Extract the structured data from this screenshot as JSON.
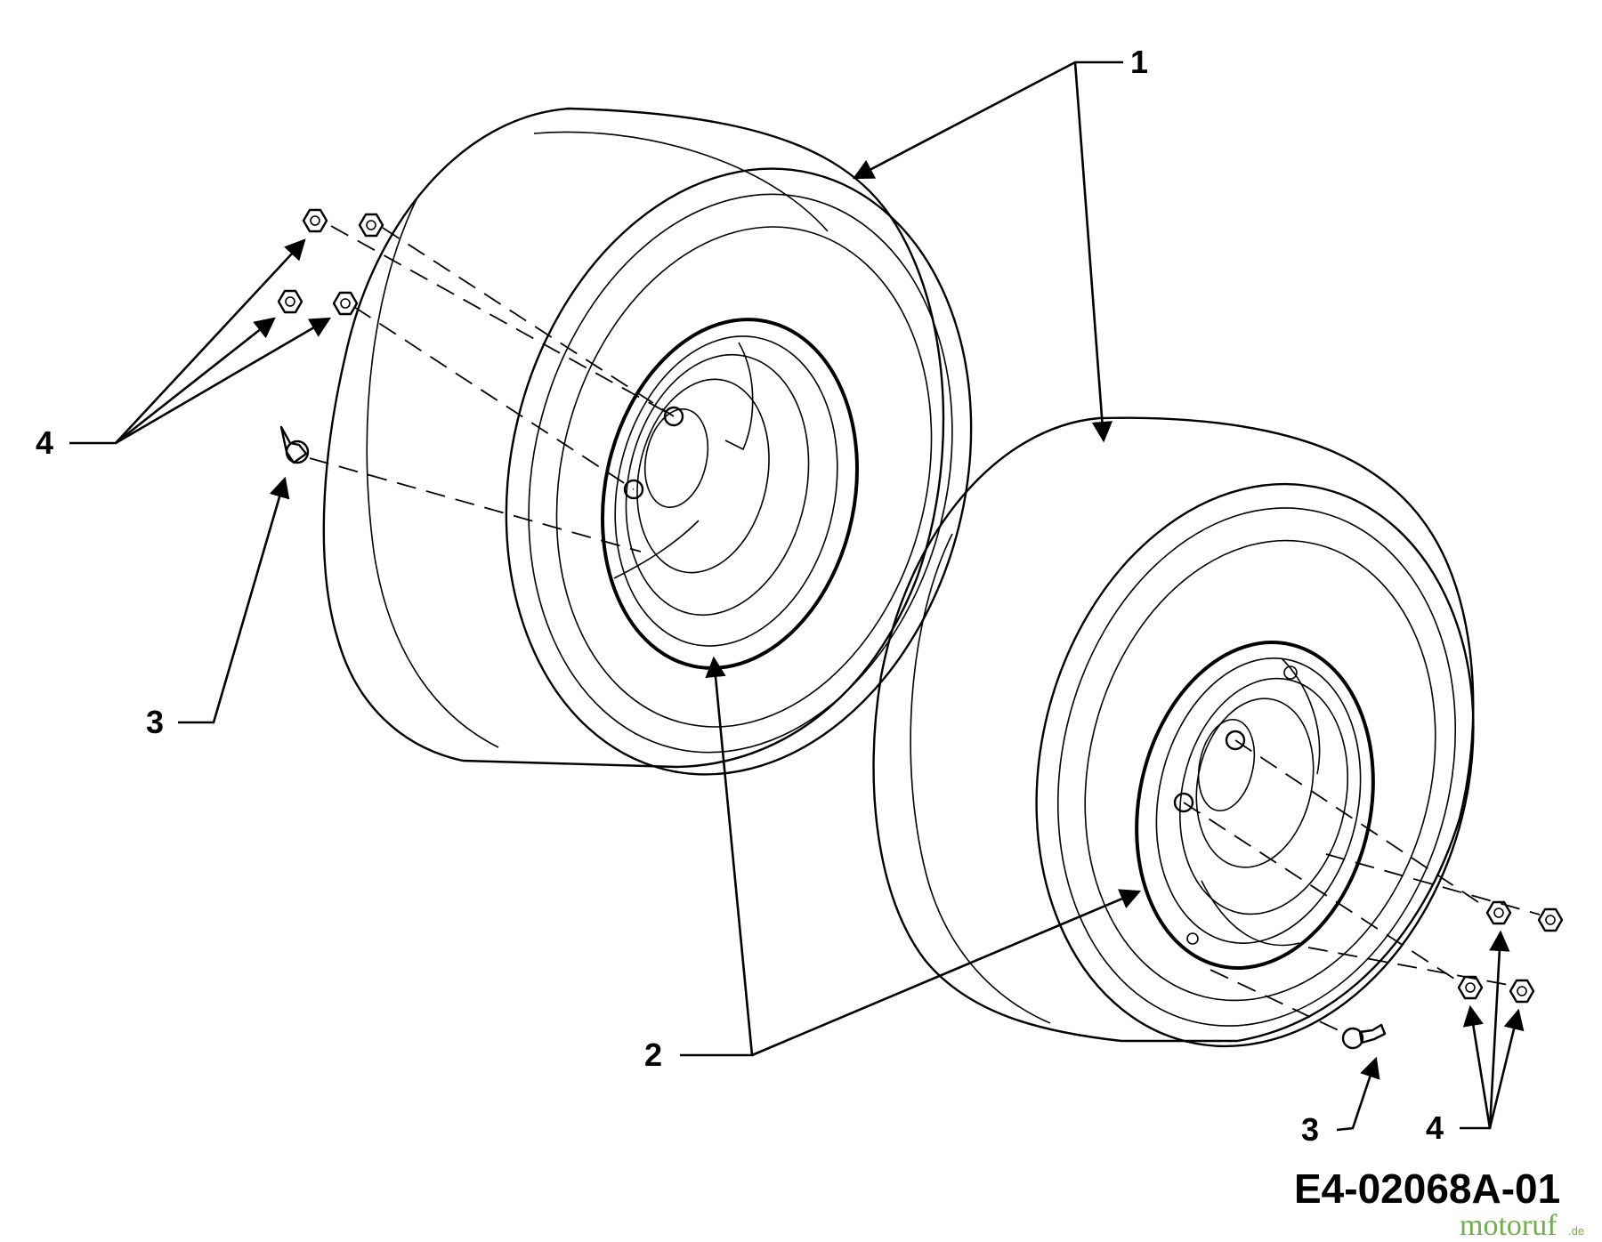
{
  "callouts": {
    "wheel_assembly": "1",
    "rim": "2",
    "valve_stem_left": "3",
    "valve_stem_right": "3",
    "lug_nuts_left": "4",
    "lug_nuts_right": "4"
  },
  "drawing_number": "E4-02068A-01",
  "watermark": {
    "main": "motoruf",
    "suffix": ".de"
  },
  "colors": {
    "line": "#000000",
    "background": "#ffffff",
    "watermark": "#6fae4a"
  }
}
